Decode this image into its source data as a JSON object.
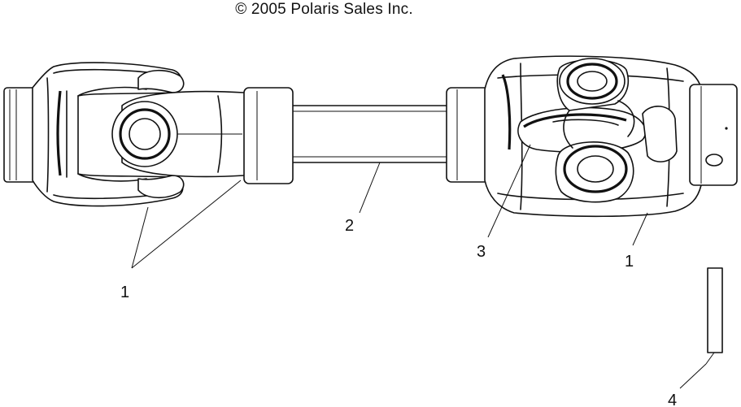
{
  "header": {
    "copyright": "© 2005 Polaris Sales Inc."
  },
  "callouts": {
    "left_yoke": "1",
    "shaft": "2",
    "cross_bearing": "3",
    "right_yoke": "1",
    "pin": "4"
  }
}
